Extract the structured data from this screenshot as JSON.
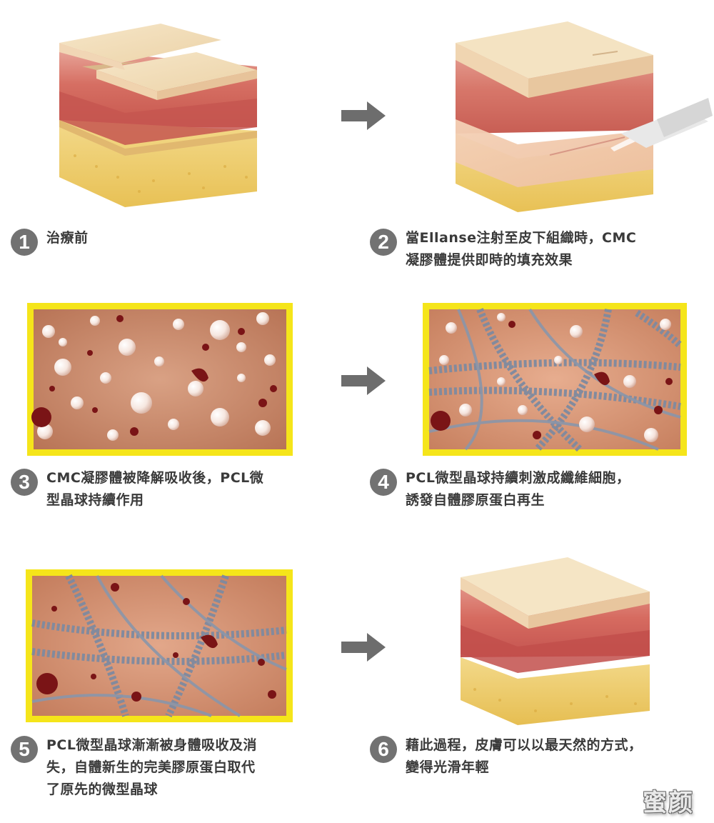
{
  "steps": [
    {
      "number": "1",
      "lines": [
        "治療前"
      ]
    },
    {
      "number": "2",
      "lines": [
        "當Ellanse注射至皮下組織時，CMC",
        "凝膠體提供即時的填充效果"
      ]
    },
    {
      "number": "3",
      "lines": [
        "CMC凝膠體被降解吸收後，PCL微",
        "型晶球持續作用"
      ]
    },
    {
      "number": "4",
      "lines": [
        "PCL微型晶球持續刺激成纖維細胞，",
        "誘發自體膠原蛋白再生"
      ]
    },
    {
      "number": "5",
      "lines": [
        "PCL微型晶球漸漸被身體吸收及消",
        "失，自體新生的完美膠原蛋白取代",
        "了原先的微型晶球"
      ]
    },
    {
      "number": "6",
      "lines": [
        "藉此過程，皮膚可以以最天然的方式，",
        "變得光滑年輕"
      ]
    }
  ],
  "watermark": "蜜颜",
  "colors": {
    "frame_yellow": "#f5e51a",
    "tissue_brown": "#c98b6a",
    "arrow_gray": "#6d6d6d",
    "number_gray": "#727272"
  }
}
